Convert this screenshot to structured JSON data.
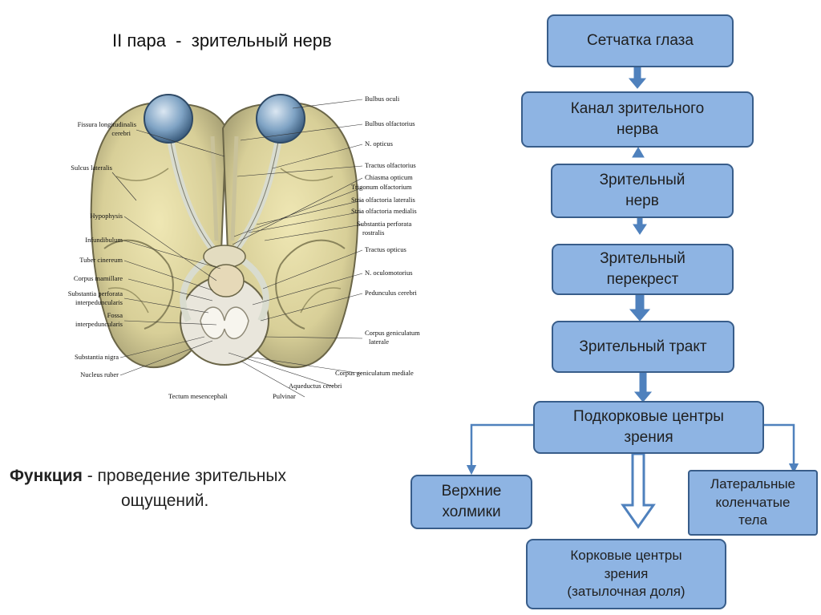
{
  "title": "II пара  -  зрительный нерв",
  "function": {
    "label": "Функция",
    "line1": " -  проведение зрительных",
    "line2": "ощущений."
  },
  "flow": {
    "retina": "Сетчатка глаза",
    "canal_1": "Канал зрительного",
    "canal_2": "нерва",
    "nerve_1": "Зрительный",
    "nerve_2": "нерв",
    "chiasm_1": "Зрительный",
    "chiasm_2": "перекрест",
    "tract": "Зрительный тракт",
    "subcortical_1": "Подкорковые центры",
    "subcortical_2": "зрения",
    "colliculi_1": "Верхние",
    "colliculi_2": "холмики",
    "geniculate_1": "Латеральные",
    "geniculate_2": "коленчатые",
    "geniculate_3": "тела",
    "cortical_1": "Корковые центры",
    "cortical_2": "зрения",
    "cortical_3": "(затылочная доля)"
  },
  "figure_labels": {
    "bulbus_oculi": "Bulbus oculi",
    "bulbus_olfactorius": "Bulbus olfactorius",
    "n_opticus": "N. opticus",
    "tractus_olfactorius": "Tractus olfactorius",
    "chiasma_opticum": "Chiasma opticum",
    "trigonum_olfactorium": "Trigonum olfactorium",
    "stria_lateralis": "Stria olfactoria lateralis",
    "stria_medialis": "Stria olfactoria medialis",
    "substantia_perforata_1": "Substantia perforata",
    "substantia_perforata_2": "rostralis",
    "tractus_opticus": "Tractus opticus",
    "n_oculomotorius": "N. oculomotorius",
    "pedunculus": "Pedunculus cerebri",
    "cgl_1": "Corpus geniculatum",
    "cgl_2": "laterale",
    "cgm": "Corpus geniculatum mediale",
    "aqueductus": "Aqueductus cerebri",
    "pulvinar": "Pulvinar",
    "tectum": "Tectum mesencephali",
    "fissura_1": "Fissura longitudinalis",
    "fissura_2": "cerebri",
    "sulcus_lateralis": "Sulcus lateralis",
    "hypophysis": "Hypophysis",
    "infundibulum": "Infundibulum",
    "tuber": "Tuber cinereum",
    "mamillare": "Corpus mamillare",
    "interped_1": "Substantia perforata",
    "interped_2": "interpeduncularis",
    "fossa_1": "Fossa",
    "fossa_2": "interpeduncularis",
    "nigra": "Substantia nigra",
    "ruber": "Nucleus ruber"
  },
  "colors": {
    "box_fill": "#8eb4e3",
    "box_border": "#385d8a",
    "arrow": "#4f81bd"
  }
}
